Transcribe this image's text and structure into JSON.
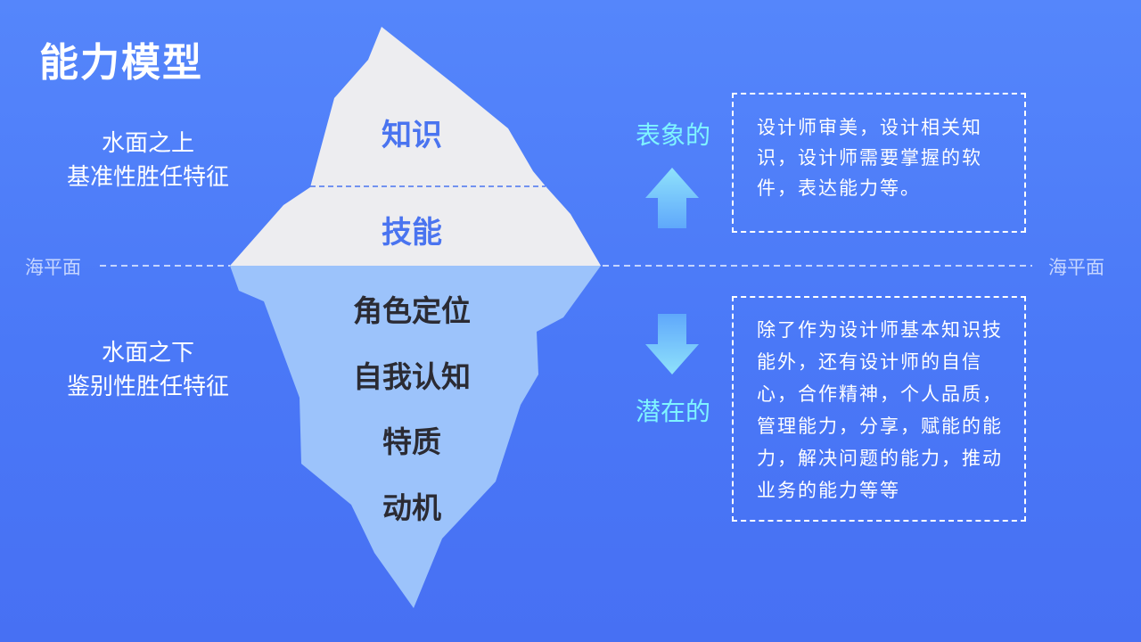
{
  "title": "能力模型",
  "above": {
    "line1": "水面之上",
    "line2": "基准性胜任特征"
  },
  "below": {
    "line1": "水面之下",
    "line2": "鉴别性胜任特征"
  },
  "sea_level": {
    "left": "海平面",
    "right": "海平面"
  },
  "iceberg": {
    "above_items": [
      "知识",
      "技能"
    ],
    "below_items": [
      "角色定位",
      "自我认知",
      "特质",
      "动机"
    ]
  },
  "surface": {
    "label": "表象的",
    "arrow_icon": "arrow-up-icon",
    "description": "设计师审美，设计相关知识，设计师需要掌握的软件，表达能力等。"
  },
  "latent": {
    "label": "潜在的",
    "arrow_icon": "arrow-down-icon",
    "description": "除了作为设计师基本知识技能外，还有设计师的自信心，合作精神，个人品质，管理能力，分享，赋能的能力，解决问题的能力，推动业务的能力等等"
  },
  "colors": {
    "background": "#5586fb",
    "ice_above": "#ededf0",
    "ice_below": "#9cc3fb",
    "above_text": "#4a74f0",
    "below_text": "#2b2b33",
    "category_label": "#7ff4ff",
    "arrow_top": "#8fe2fb",
    "arrow_bottom": "#5fb4fb"
  }
}
